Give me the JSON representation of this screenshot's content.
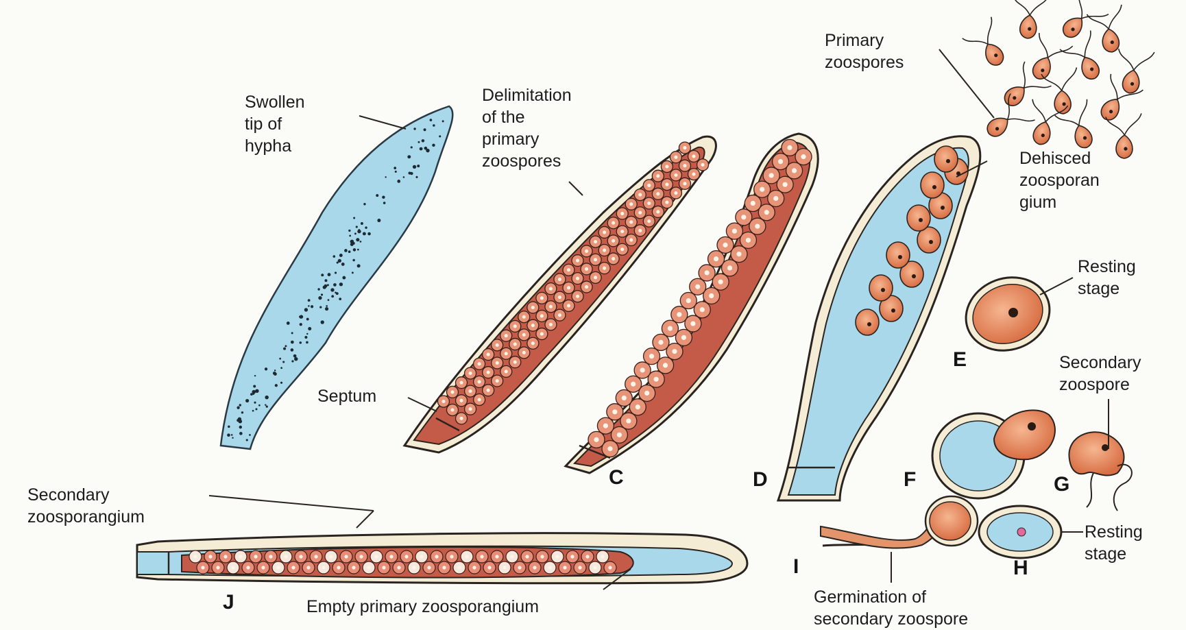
{
  "labels": {
    "swollen_tip": "Swollen\ntip of\nhypha",
    "delimitation": "Delimitation\nof the\nprimary\nzoospores",
    "primary_zoospores": "Primary\nzoospores",
    "dehisced": "Dehisced\nzoosporan\ngium",
    "resting_stage_top": "Resting\nstage",
    "septum": "Septum",
    "secondary_zoospore": "Secondary\nzoospore",
    "secondary_zoosporangium": "Secondary\nzoosporangium",
    "resting_stage_bottom": "Resting\nstage",
    "empty_primary": "Empty primary zoosporangium",
    "germination": "Germination of\nsecondary zoospore"
  },
  "stage_letters": {
    "c": "C",
    "d": "D",
    "e": "E",
    "f": "F",
    "g": "G",
    "h": "H",
    "i": "I",
    "j": "J"
  },
  "colors": {
    "hypha_blue": "#a9d8ea",
    "cytoplasm_red": "#c45a48",
    "spore_orange": "#e4946a",
    "outline": "#2a2420",
    "wall_cream": "#f4ecd4"
  }
}
